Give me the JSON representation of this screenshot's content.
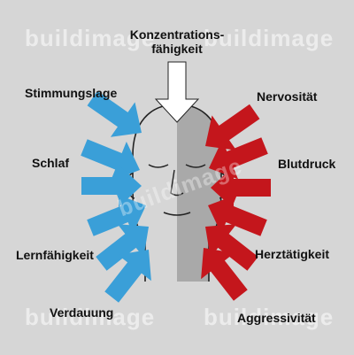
{
  "title_line1": "Konzentrations-",
  "title_line2": "fähigkeit",
  "left_labels": [
    "Stimmungslage",
    "Schlaf",
    "Lernfähigkeit",
    "Verdauung"
  ],
  "right_labels": [
    "Nervosität",
    "Blutdruck",
    "Herztätigkeit",
    "Aggressivität"
  ],
  "watermark": "buildimage",
  "colors": {
    "background": "#d6d6d6",
    "left_arrows": "#3a9fd8",
    "right_arrows": "#c4161c",
    "top_arrow": "#ffffff",
    "head_shadow": "#a9a9a9",
    "outline": "#222222"
  },
  "icons": [
    "face-icon",
    "arrow-icon"
  ]
}
